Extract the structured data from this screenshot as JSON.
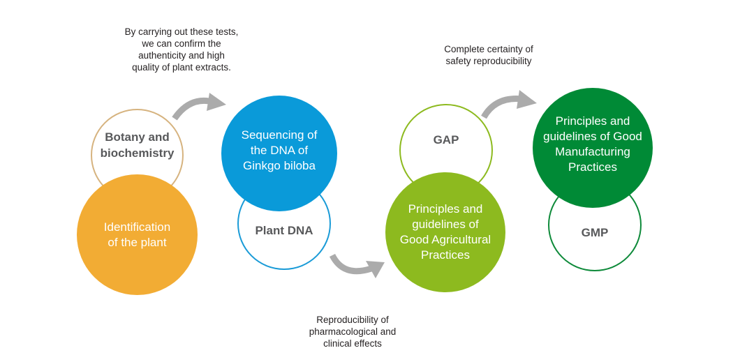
{
  "notes": {
    "top_left": "By carrying out these tests,\nwe can confirm the\nauthenticity and high\nquality of plant extracts.",
    "top_right": "Complete certainty of\nsafety reproducibility",
    "bottom_center": "Reproducibility of\npharmacological and\nclinical effects"
  },
  "stages": [
    {
      "outline_label": "Botany and\nbiochemistry",
      "filled_label": "Identification\nof the plant",
      "color": "#F2AC34",
      "outline_color": "#D6B37F"
    },
    {
      "outline_label": "Plant DNA",
      "filled_label": "Sequencing of\nthe DNA of\nGinkgo biloba",
      "color": "#0A9AD9",
      "outline_color": "#1A9BD7"
    },
    {
      "outline_label": "GAP",
      "filled_label": "Principles and\nguidelines of\nGood Agricultural\nPractices",
      "color": "#8DBA1F",
      "outline_color": "#8DBA1F"
    },
    {
      "outline_label": "GMP",
      "filled_label": "Principles and\nguidelines of Good\nManufacturing\nPractices",
      "color": "#008A36",
      "outline_color": "#0E8A3A"
    }
  ],
  "arrow_color": "#ABABAB"
}
